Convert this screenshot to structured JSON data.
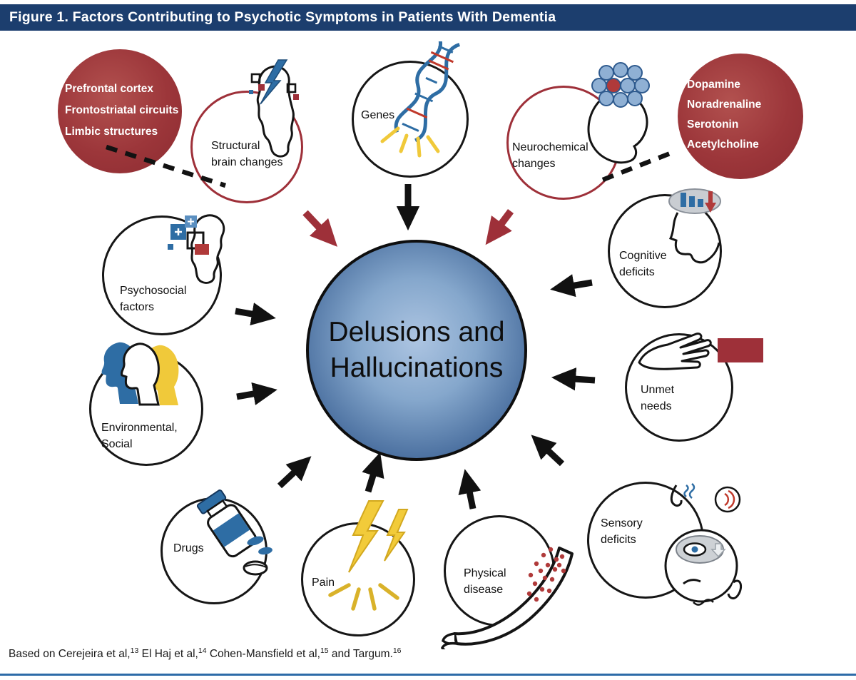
{
  "header": {
    "title": "Figure 1. Factors Contributing to Psychotic Symptoms in Patients With Dementia"
  },
  "center": {
    "lines": [
      "Delusions and",
      "Hallucinations"
    ]
  },
  "notes": {
    "structural_regions": {
      "lines": [
        "Prefrontal cortex",
        "Frontostriatal circuits",
        "Limbic structures"
      ]
    },
    "neurotransmitters": {
      "lines": [
        "Dopamine",
        "Noradrenaline",
        "Serotonin",
        "Acetylcholine"
      ]
    }
  },
  "factors": {
    "structural": {
      "lines": [
        "Structural",
        "brain changes"
      ]
    },
    "genes": {
      "lines": [
        "Genes"
      ]
    },
    "neurochemical": {
      "lines": [
        "Neurochemical",
        "changes"
      ]
    },
    "cognitive": {
      "lines": [
        "Cognitive",
        "deficits"
      ]
    },
    "unmet": {
      "lines": [
        "Unmet",
        "needs"
      ]
    },
    "sensory": {
      "lines": [
        "Sensory",
        "deficits"
      ]
    },
    "physical": {
      "lines": [
        "Physical",
        "disease"
      ]
    },
    "pain": {
      "lines": [
        "Pain"
      ]
    },
    "drugs": {
      "lines": [
        "Drugs"
      ]
    },
    "environmental": {
      "lines": [
        "Environmental,",
        "Social"
      ]
    },
    "psychosocial": {
      "lines": [
        "Psychosocial",
        "factors"
      ]
    }
  },
  "icons": {
    "structural": "head-lightning-icon",
    "genes": "dna-helix-icon",
    "neurochemical": "brain-molecule-icon",
    "cognitive": "head-declining-chart-icon",
    "unmet": "open-hand-icon",
    "sensory": "head-senses-icon",
    "physical": "arm-rash-icon",
    "pain": "lightning-bolts-icon",
    "drugs": "pill-bottle-icon",
    "environmental": "face-profiles-icon",
    "psychosocial": "head-squares-icon"
  },
  "footer": {
    "parts": [
      {
        "text": "Based on Cerejeira et al,",
        "sup": "13"
      },
      {
        "text": " El Haj et al,",
        "sup": "14"
      },
      {
        "text": " Cohen-Mansfield et al,",
        "sup": "15"
      },
      {
        "text": " and Targum.",
        "sup": "16"
      }
    ]
  },
  "colors": {
    "header_bg": "#1c3e6e",
    "accent_red": "#9e3039",
    "center_blue_dark": "#2d5388",
    "center_blue_light": "#adc5e2",
    "arrow_black": "#111111",
    "bolt_yellow": "#f2cb3a",
    "dna_blue": "#2e6da4",
    "bottom_rule": "#2d6ba8"
  }
}
